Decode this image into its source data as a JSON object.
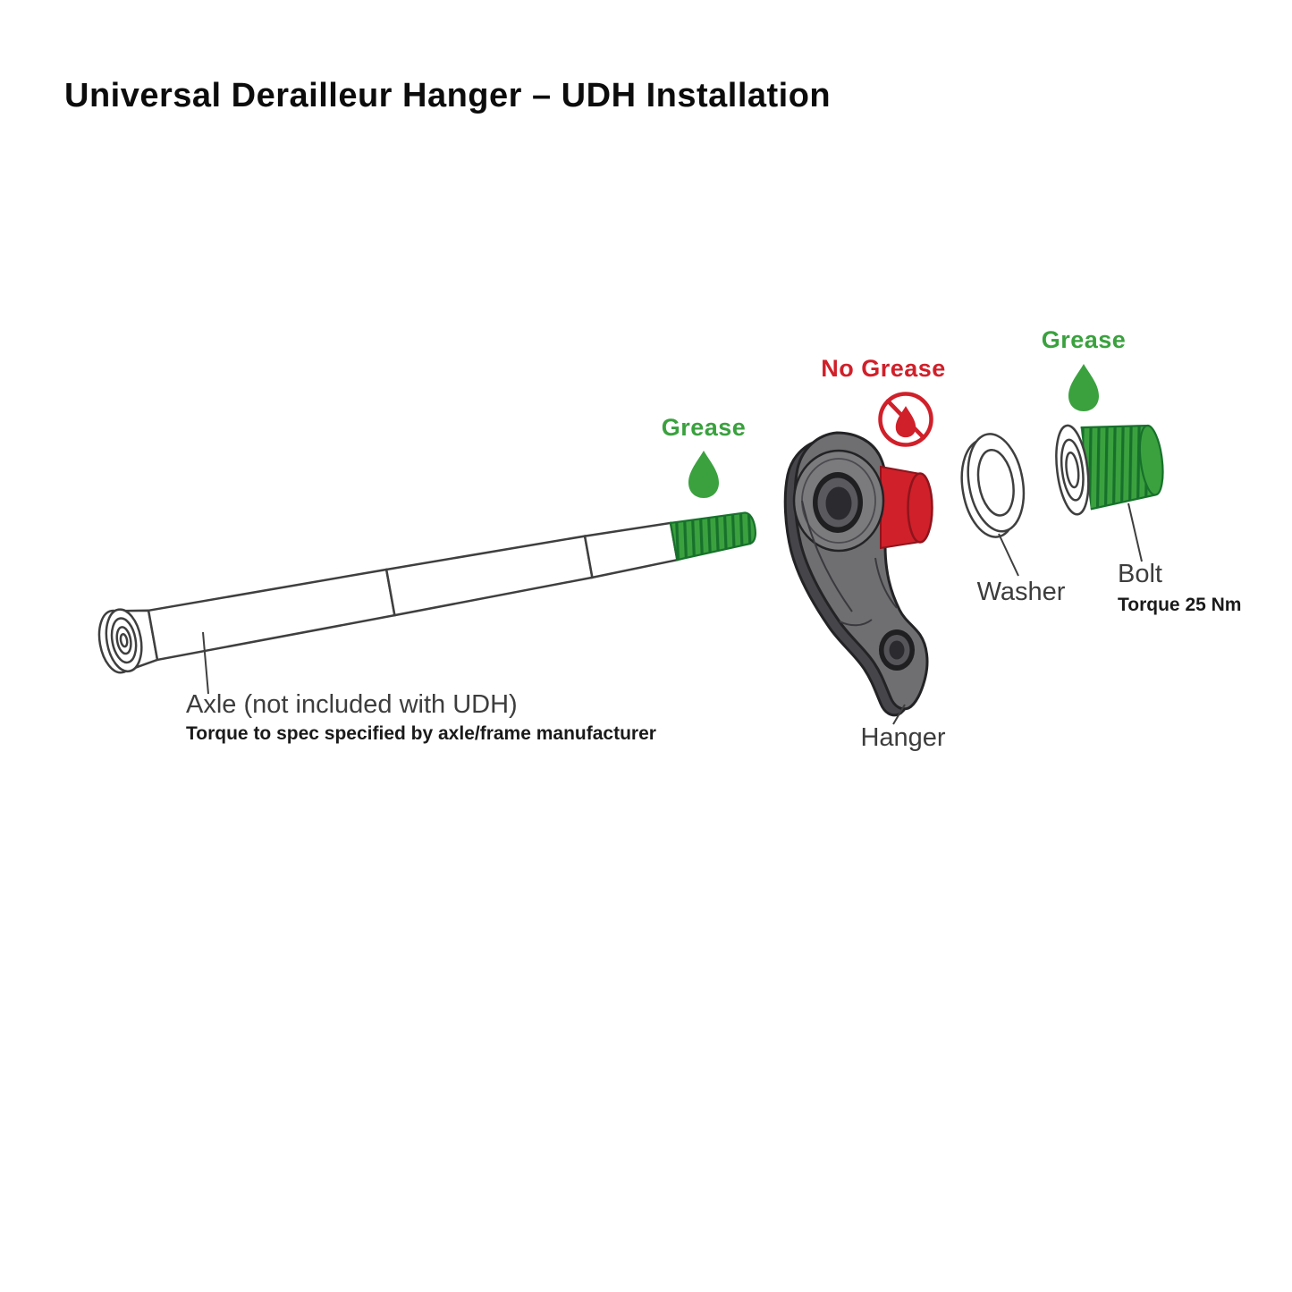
{
  "page": {
    "title": "Universal Derailleur Hanger – UDH Installation"
  },
  "colors": {
    "green": "#3aa13e",
    "green_dark": "#17712b",
    "red": "#d0202a",
    "red_dark": "#8f141c",
    "ink": "#3f3f3f",
    "note_ink": "#1a1a1a",
    "hanger_light": "#6f6f72",
    "hanger_dark": "#46464a",
    "outline": "#232326"
  },
  "annotations": {
    "grease_axle": "Grease",
    "no_grease": "No Grease",
    "grease_bolt": "Grease"
  },
  "parts": {
    "axle": {
      "label": "Axle (not included with UDH)",
      "note": "Torque to spec specified by axle/frame manufacturer"
    },
    "hanger": {
      "label": "Hanger"
    },
    "washer": {
      "label": "Washer"
    },
    "bolt": {
      "label": "Bolt",
      "note": "Torque 25 Nm"
    }
  }
}
